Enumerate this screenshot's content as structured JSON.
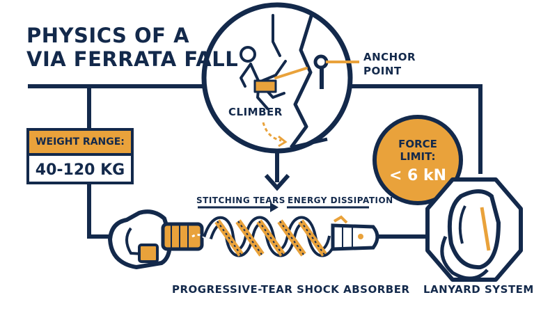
{
  "title": {
    "line1": "PHYSICS OF A",
    "line2": "VIA FERRATA FALL"
  },
  "labels": {
    "anchor_line1": "ANCHOR",
    "anchor_line2": "POINT",
    "climber": "CLIMBER",
    "stitching": "STITCHING TEARS",
    "energy": "ENERGY DISSIPATION",
    "absorber": "PROGRESSIVE-TEAR SHOCK ABSORBER",
    "lanyard": "LANYARD SYSTEM"
  },
  "weight": {
    "label": "WEIGHT RANGE:",
    "value": "40-120 KG"
  },
  "force": {
    "label_line1": "FORCE",
    "label_line2": "LIMIT:",
    "value": "< 6 kN"
  },
  "colors": {
    "navy": "#13294b",
    "orange": "#e9a23b",
    "white": "#ffffff"
  },
  "icons": [
    "climber-icon",
    "anchor-bolt-icon",
    "carabiner-icon",
    "arrow-down-icon",
    "arrow-right-icon"
  ]
}
